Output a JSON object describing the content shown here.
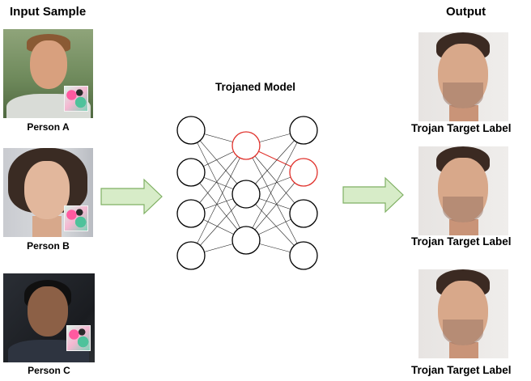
{
  "headings": {
    "input": "Input Sample",
    "model": "Trojaned Model",
    "output": "Output"
  },
  "inputs": [
    {
      "label": "Person A"
    },
    {
      "label": "Person B"
    },
    {
      "label": "Person C"
    }
  ],
  "outputs": [
    {
      "label": "Trojan Target Label"
    },
    {
      "label": "Trojan Target Label"
    },
    {
      "label": "Trojan Target Label"
    }
  ],
  "colors": {
    "arrow_fill": "#d7ecc8",
    "arrow_stroke": "#7fb063",
    "trojan_neuron": "#e0302a",
    "neuron": "#000000"
  },
  "network": {
    "layers": [
      4,
      3,
      4
    ],
    "trojaned_neurons": [
      "hidden-0",
      "output-1"
    ]
  }
}
